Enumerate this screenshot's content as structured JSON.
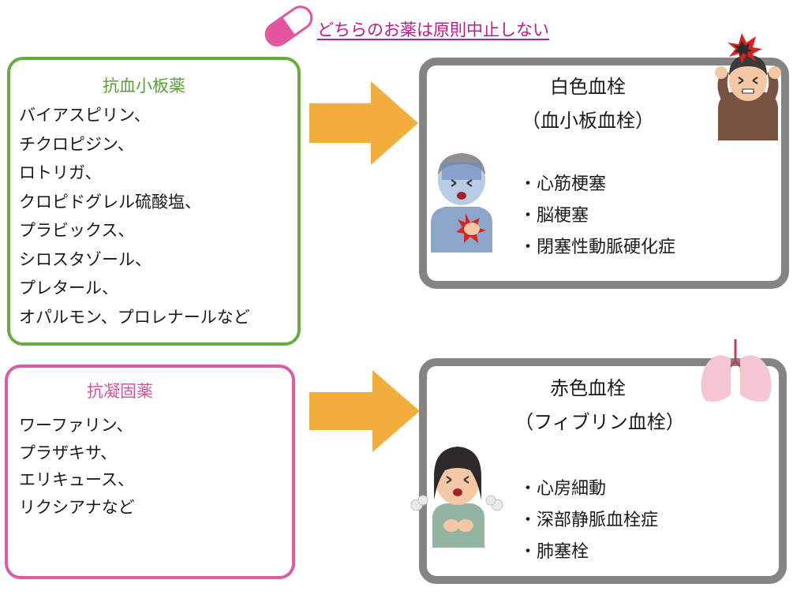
{
  "header": {
    "title": "どちらのお薬は原則中止しない"
  },
  "antiplatelet": {
    "title": "抗血小板薬",
    "drugs": [
      "バイアスピリン、",
      "チクロピジン、",
      "ロトリガ、",
      "クロピドグレル硫酸塩、",
      "プラビックス、",
      "シロスタゾール、",
      "プレタール、",
      "オパルモン、プロレナールなど"
    ],
    "color": "#66ac3e"
  },
  "anticoagulant": {
    "title": "抗凝固薬",
    "drugs": [
      "ワーファリン、",
      "プラザキサ、",
      "エリキュース、",
      "リクシアナなど"
    ],
    "color": "#da5ca6"
  },
  "white_thrombus": {
    "title": "白色血栓",
    "subtitle": "（血小板血栓）",
    "diseases": [
      "・心筋梗塞",
      "・脳梗塞",
      "・閉塞性動脈硬化症"
    ]
  },
  "red_thrombus": {
    "title": "赤色血栓",
    "subtitle": "（フィブリン血栓）",
    "diseases": [
      "・心房細動",
      "・深部静脈血栓症",
      "・肺塞栓"
    ]
  },
  "colors": {
    "arrow": "#f2ae3d",
    "frame": "#848484",
    "header": "#c2188e"
  },
  "icons": [
    "pill-icon",
    "headache-man-icon",
    "chest-pain-elder-icon",
    "lungs-icon",
    "breathless-woman-icon"
  ]
}
